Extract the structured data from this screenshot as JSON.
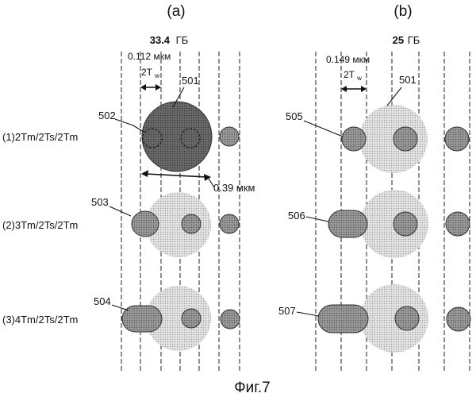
{
  "panels": [
    {
      "label": "(a)",
      "capacity_value": "33.4",
      "capacity_unit": "ГБ",
      "pitch": "0.112 мкм",
      "window": "2T",
      "window_sub": "w",
      "spot_label": "501",
      "spot_size": "0.39 мкм",
      "marks": [
        "502",
        "503",
        "504"
      ]
    },
    {
      "label": "(b)",
      "capacity_value": "25",
      "capacity_unit": "ГБ",
      "pitch": "0.149 мкм",
      "window": "2T",
      "window_sub": "w",
      "spot_label": "501",
      "marks": [
        "505",
        "506",
        "507"
      ]
    }
  ],
  "rows": [
    "(1)2Tm/2Ts/2Tm",
    "(2)3Tm/2Ts/2Tm",
    "(3)4Tm/2Ts/2Tm"
  ],
  "caption": "Фиг.7",
  "colors": {
    "dark_spot": "#5e5e5e",
    "light_spot": "#d6d6d6",
    "mark": "#8c8c8c",
    "line": "#222222"
  }
}
